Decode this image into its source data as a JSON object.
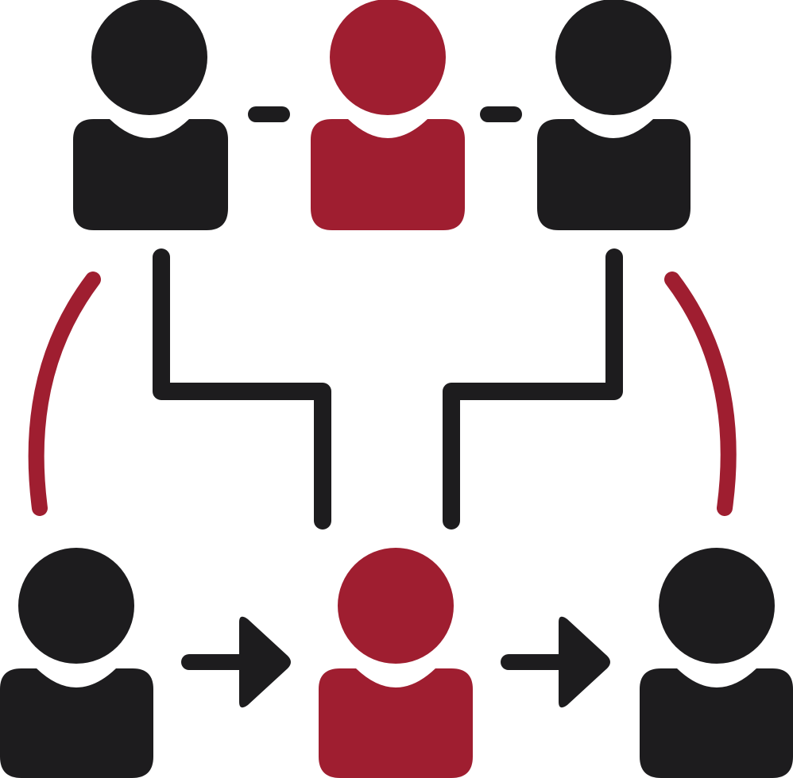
{
  "colors": {
    "primary": "#1d1c1e",
    "accent": "#9f1e30",
    "background": "#ffffff"
  },
  "icons": {
    "person": "person-icon",
    "arrow": "arrow-right-icon",
    "connector": "connector-line",
    "arc": "arc-link"
  },
  "people": [
    {
      "id": "top-left",
      "color": "primary"
    },
    {
      "id": "top-center",
      "color": "accent"
    },
    {
      "id": "top-right",
      "color": "primary"
    },
    {
      "id": "bottom-left",
      "color": "primary"
    },
    {
      "id": "bottom-center",
      "color": "accent"
    },
    {
      "id": "bottom-right",
      "color": "primary"
    }
  ]
}
